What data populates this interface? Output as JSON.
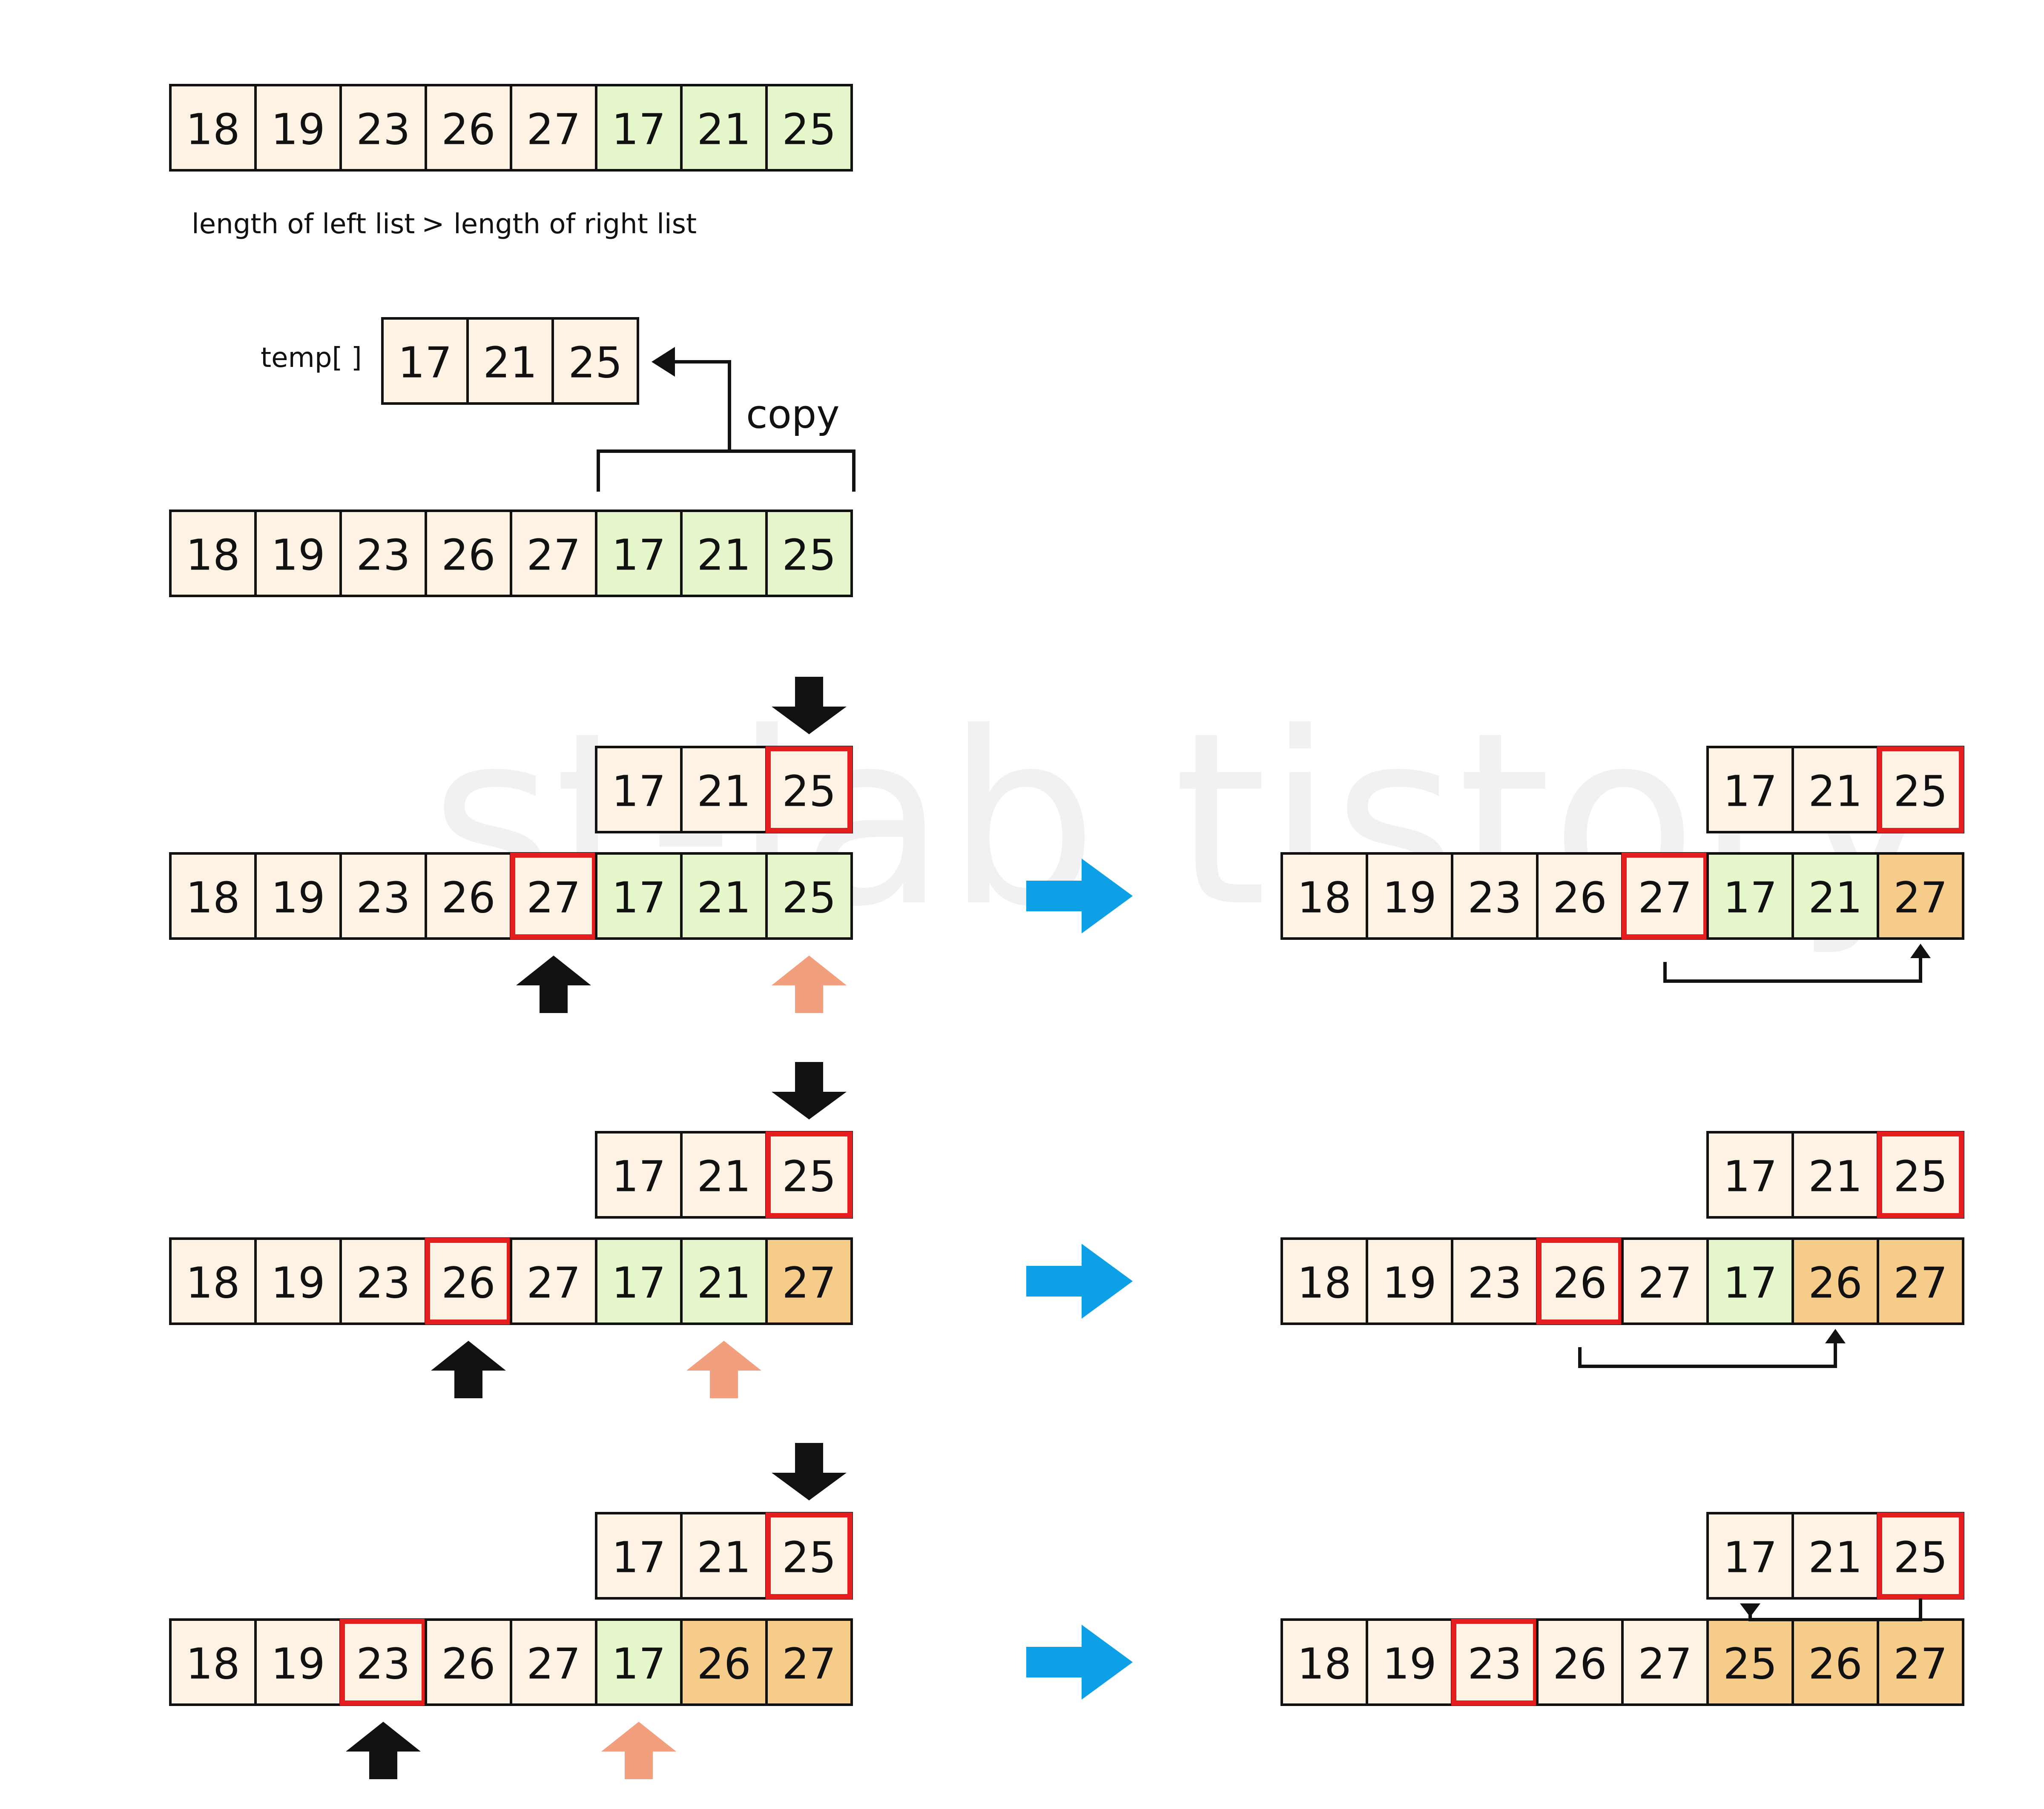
{
  "watermark": "st-lab tistory",
  "colors": {
    "left": "#fdf2e4",
    "right": "#e6f7cc",
    "merged": "#f6cc8b",
    "highlight": "#e41e1e",
    "cell_border": "#111111",
    "step_arrow": "#0ea0e6",
    "left_pointer": "#111111",
    "right_pointer": "#f29f7e",
    "temp_pointer": "#111111"
  },
  "top_array": [
    {
      "v": "18",
      "c": "left"
    },
    {
      "v": "19",
      "c": "left"
    },
    {
      "v": "23",
      "c": "left"
    },
    {
      "v": "26",
      "c": "left"
    },
    {
      "v": "27",
      "c": "left"
    },
    {
      "v": "17",
      "c": "right"
    },
    {
      "v": "21",
      "c": "right"
    },
    {
      "v": "25",
      "c": "right"
    }
  ],
  "condition": {
    "left": "length of left list",
    "op": ">",
    "right": "length of right list"
  },
  "temp_label": "temp[ ]",
  "temp_values": [
    "17",
    "21",
    "25"
  ],
  "copy_label": "copy",
  "copy_array": [
    {
      "v": "18",
      "c": "left"
    },
    {
      "v": "19",
      "c": "left"
    },
    {
      "v": "23",
      "c": "left"
    },
    {
      "v": "26",
      "c": "left"
    },
    {
      "v": "27",
      "c": "left"
    },
    {
      "v": "17",
      "c": "right"
    },
    {
      "v": "21",
      "c": "right"
    },
    {
      "v": "25",
      "c": "right"
    }
  ],
  "steps": [
    {
      "before": {
        "temp": [
          {
            "v": "17"
          },
          {
            "v": "21"
          },
          {
            "v": "25",
            "hl": true
          }
        ],
        "array": [
          {
            "v": "18",
            "c": "left"
          },
          {
            "v": "19",
            "c": "left"
          },
          {
            "v": "23",
            "c": "left"
          },
          {
            "v": "26",
            "c": "left"
          },
          {
            "v": "27",
            "c": "left",
            "hl": true
          },
          {
            "v": "17",
            "c": "right"
          },
          {
            "v": "21",
            "c": "right"
          },
          {
            "v": "25",
            "c": "right"
          }
        ],
        "left_pointer": 4,
        "right_pointer": 7,
        "temp_pointer": 2
      },
      "after": {
        "temp": [
          {
            "v": "17"
          },
          {
            "v": "21"
          },
          {
            "v": "25",
            "hl": true
          }
        ],
        "array": [
          {
            "v": "18",
            "c": "left"
          },
          {
            "v": "19",
            "c": "left"
          },
          {
            "v": "23",
            "c": "left"
          },
          {
            "v": "26",
            "c": "left"
          },
          {
            "v": "27",
            "c": "left",
            "hl": true
          },
          {
            "v": "17",
            "c": "right"
          },
          {
            "v": "21",
            "c": "right"
          },
          {
            "v": "27",
            "c": "merged"
          }
        ],
        "move": {
          "kind": "array",
          "from": 4,
          "to": 7
        }
      }
    },
    {
      "before": {
        "temp": [
          {
            "v": "17"
          },
          {
            "v": "21"
          },
          {
            "v": "25",
            "hl": true
          }
        ],
        "array": [
          {
            "v": "18",
            "c": "left"
          },
          {
            "v": "19",
            "c": "left"
          },
          {
            "v": "23",
            "c": "left"
          },
          {
            "v": "26",
            "c": "left",
            "hl": true
          },
          {
            "v": "27",
            "c": "left"
          },
          {
            "v": "17",
            "c": "right"
          },
          {
            "v": "21",
            "c": "right"
          },
          {
            "v": "27",
            "c": "merged"
          }
        ],
        "left_pointer": 3,
        "right_pointer": 6,
        "temp_pointer": 2
      },
      "after": {
        "temp": [
          {
            "v": "17"
          },
          {
            "v": "21"
          },
          {
            "v": "25",
            "hl": true
          }
        ],
        "array": [
          {
            "v": "18",
            "c": "left"
          },
          {
            "v": "19",
            "c": "left"
          },
          {
            "v": "23",
            "c": "left"
          },
          {
            "v": "26",
            "c": "left",
            "hl": true
          },
          {
            "v": "27",
            "c": "left"
          },
          {
            "v": "17",
            "c": "right"
          },
          {
            "v": "26",
            "c": "merged"
          },
          {
            "v": "27",
            "c": "merged"
          }
        ],
        "move": {
          "kind": "array",
          "from": 3,
          "to": 6
        }
      }
    },
    {
      "before": {
        "temp": [
          {
            "v": "17"
          },
          {
            "v": "21"
          },
          {
            "v": "25",
            "hl": true
          }
        ],
        "array": [
          {
            "v": "18",
            "c": "left"
          },
          {
            "v": "19",
            "c": "left"
          },
          {
            "v": "23",
            "c": "left",
            "hl": true
          },
          {
            "v": "26",
            "c": "left"
          },
          {
            "v": "27",
            "c": "left"
          },
          {
            "v": "17",
            "c": "right"
          },
          {
            "v": "26",
            "c": "merged"
          },
          {
            "v": "27",
            "c": "merged"
          }
        ],
        "left_pointer": 2,
        "right_pointer": 5,
        "temp_pointer": 2
      },
      "after": {
        "temp": [
          {
            "v": "17"
          },
          {
            "v": "21"
          },
          {
            "v": "25",
            "hl": true
          }
        ],
        "array": [
          {
            "v": "18",
            "c": "left"
          },
          {
            "v": "19",
            "c": "left"
          },
          {
            "v": "23",
            "c": "left",
            "hl": true
          },
          {
            "v": "26",
            "c": "left"
          },
          {
            "v": "27",
            "c": "left"
          },
          {
            "v": "25",
            "c": "merged"
          },
          {
            "v": "26",
            "c": "merged"
          },
          {
            "v": "27",
            "c": "merged"
          }
        ],
        "move": {
          "kind": "temp",
          "from": 2,
          "to": 5
        }
      }
    }
  ]
}
